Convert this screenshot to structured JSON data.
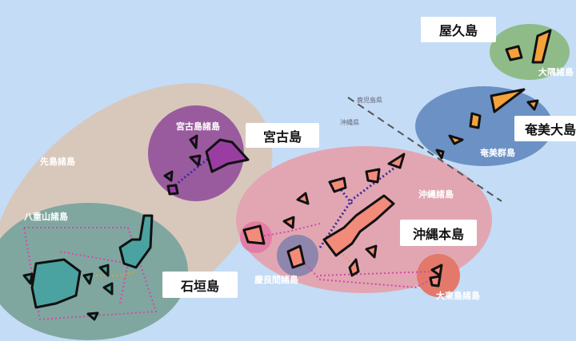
{
  "callouts": {
    "yakushima": "屋久島",
    "amami_oshima": "奄美大島",
    "miyakojima": "宮古島",
    "okinawa_honto": "沖縄本島",
    "ishigakijima": "石垣島"
  },
  "regions": {
    "osumi": "大隅諸島",
    "amami": "奄美群島",
    "sakishima": "先島諸島",
    "miyako": "宮古島諸島",
    "yaeyama": "八重山諸島",
    "okinawa": "沖縄諸島",
    "kerama": "慶良間諸島",
    "daito": "大東島諸島"
  },
  "prefectures": {
    "kagoshima": "鹿児島県",
    "okinawa": "沖縄県"
  },
  "colors": {
    "sea": "#c4dcf6",
    "sakishima": "#d8c8bc",
    "yaeyama": "#7fa79f",
    "miyako": "#9a5b9e",
    "okinawa": "#e2a6b2",
    "amami": "#6b91c5",
    "osumi": "#8fbb88",
    "island_amami": "#f4a23c",
    "island_okinawa": "#f28b7a"
  }
}
